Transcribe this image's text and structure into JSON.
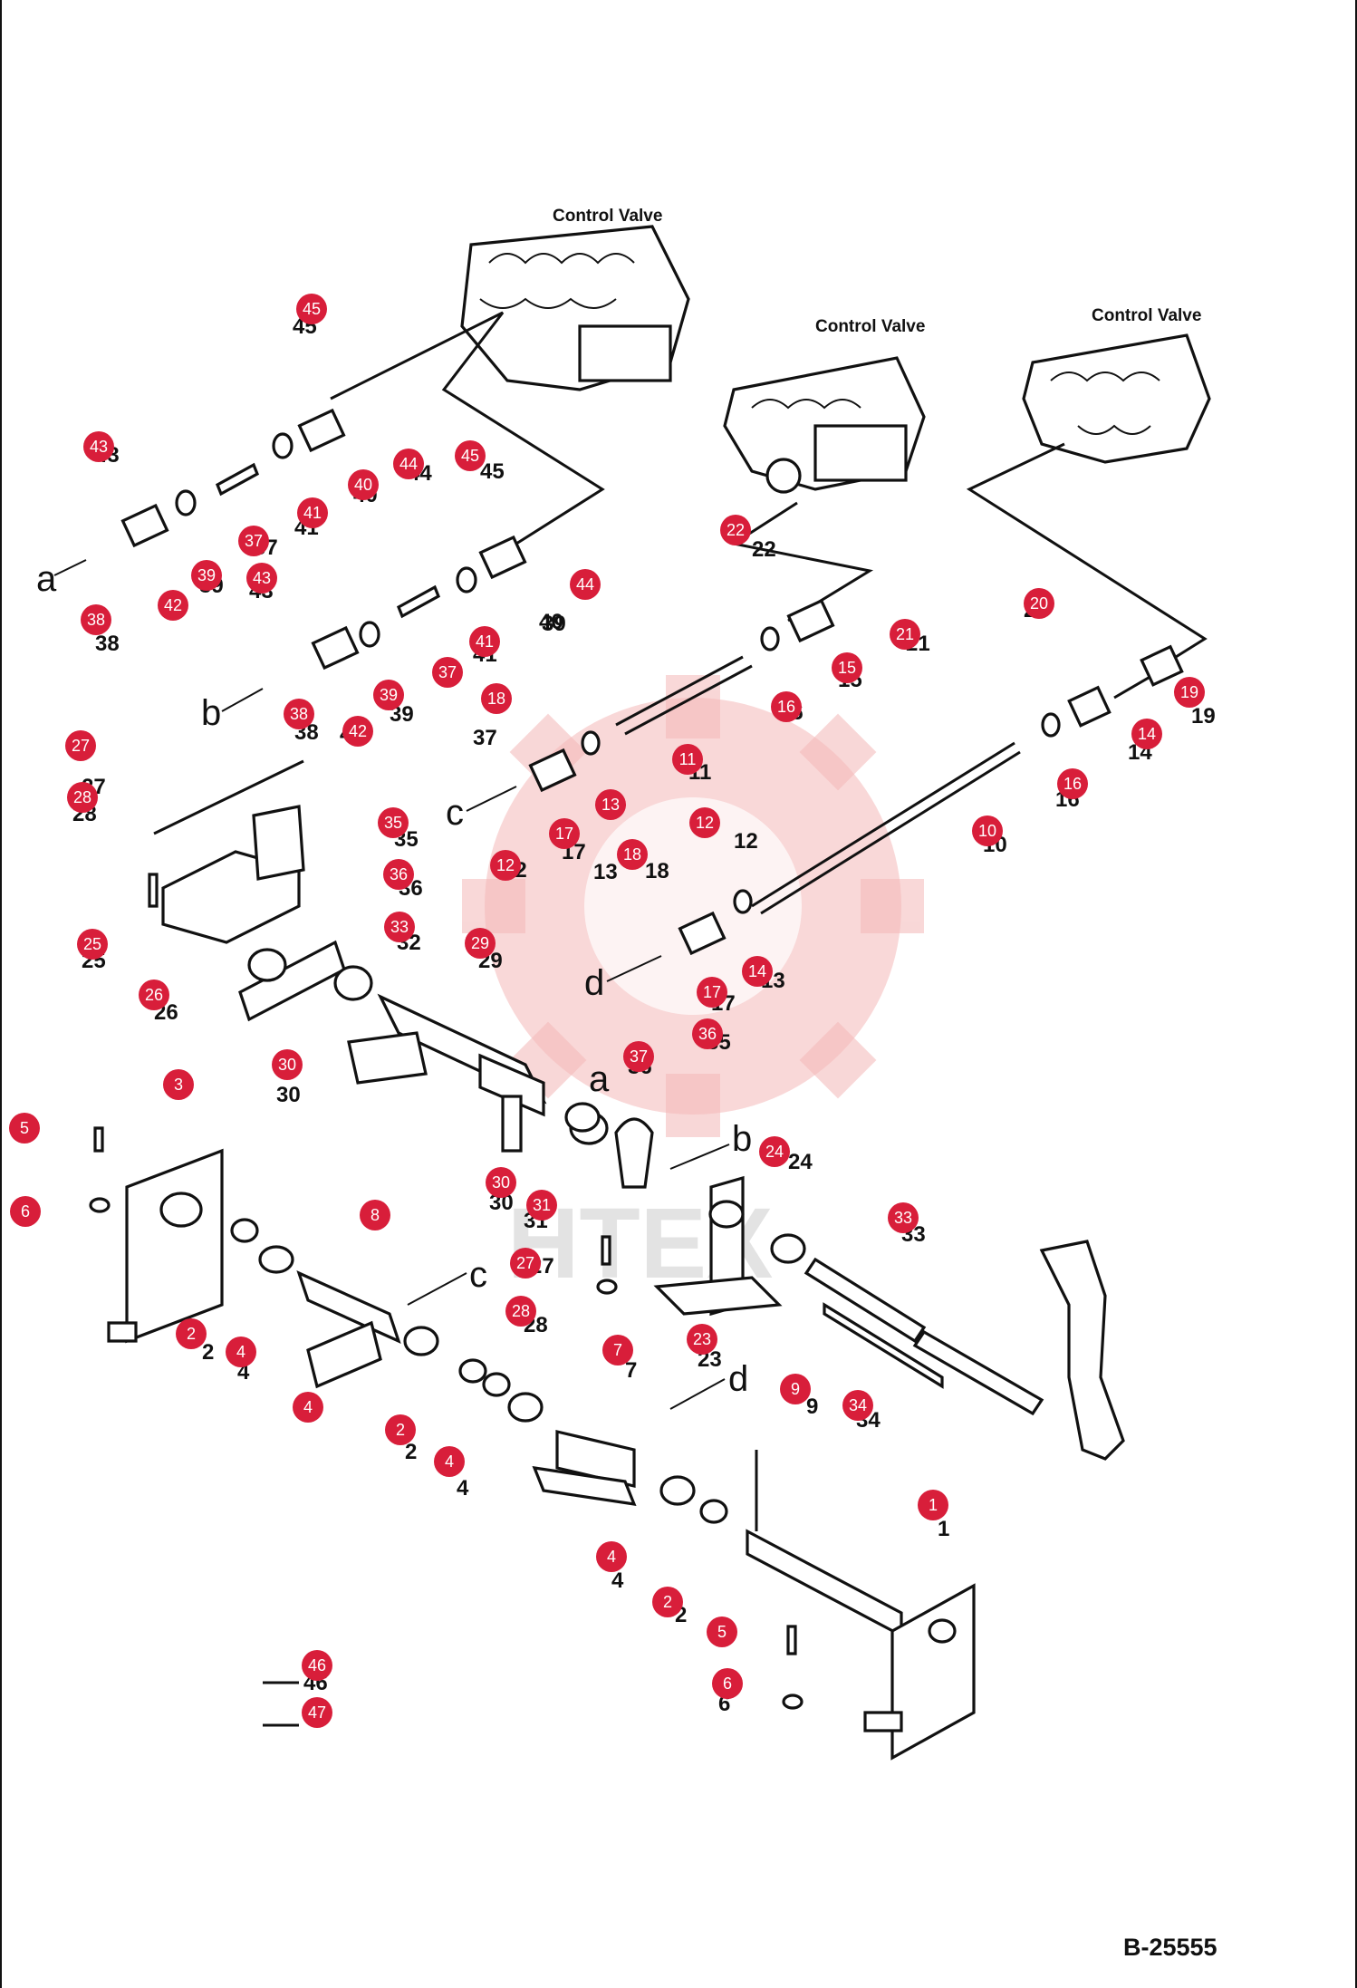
{
  "diagram": {
    "code": "B-25555",
    "control_valve_label": "Control Valve",
    "connector_letters": [
      "a",
      "b",
      "c",
      "d"
    ],
    "watermark_text": "HTEX",
    "brand_color": "#d81e3a",
    "callouts": [
      "1",
      "2",
      "3",
      "4",
      "5",
      "6",
      "7",
      "8",
      "9",
      "10",
      "11",
      "12",
      "13",
      "14",
      "15",
      "16",
      "17",
      "18",
      "19",
      "20",
      "21",
      "22",
      "23",
      "24",
      "25",
      "26",
      "27",
      "28",
      "29",
      "30",
      "31",
      "32",
      "33",
      "34",
      "35",
      "36",
      "37",
      "38",
      "39",
      "40",
      "41",
      "42",
      "43",
      "44",
      "45",
      "46",
      "47"
    ]
  }
}
